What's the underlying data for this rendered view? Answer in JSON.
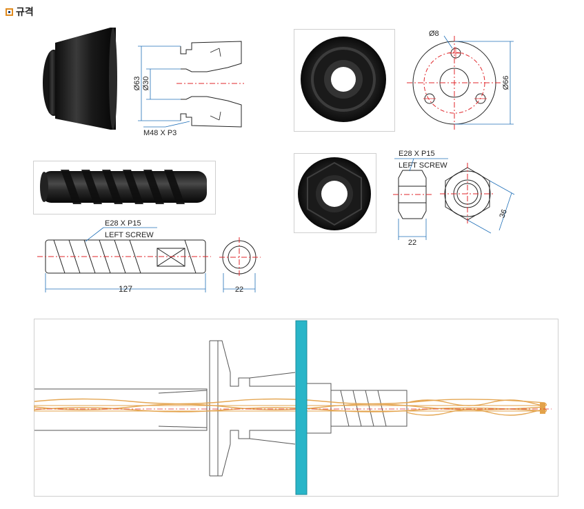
{
  "header": {
    "title": "규격",
    "icon": "square-bullet-icon"
  },
  "colors": {
    "dim_line": "#1f6fb8",
    "center_line": "#e0262a",
    "rebar": "#e3a24a",
    "plate": "#29b5c8",
    "rubber": "#1c1c1c"
  },
  "cone": {
    "dia_outer": "Ø63",
    "dia_inner": "Ø30",
    "thread": "M48 X P3"
  },
  "plate": {
    "hole": "Ø8",
    "dia": "Ø66"
  },
  "nut": {
    "thread_line1": "E28 X P15",
    "thread_line2": "LEFT SCREW",
    "width": "22",
    "across": "36"
  },
  "coupler": {
    "thread_line1": "E28 X P15",
    "thread_line2": "LEFT SCREW",
    "length": "127",
    "dia": "22"
  }
}
